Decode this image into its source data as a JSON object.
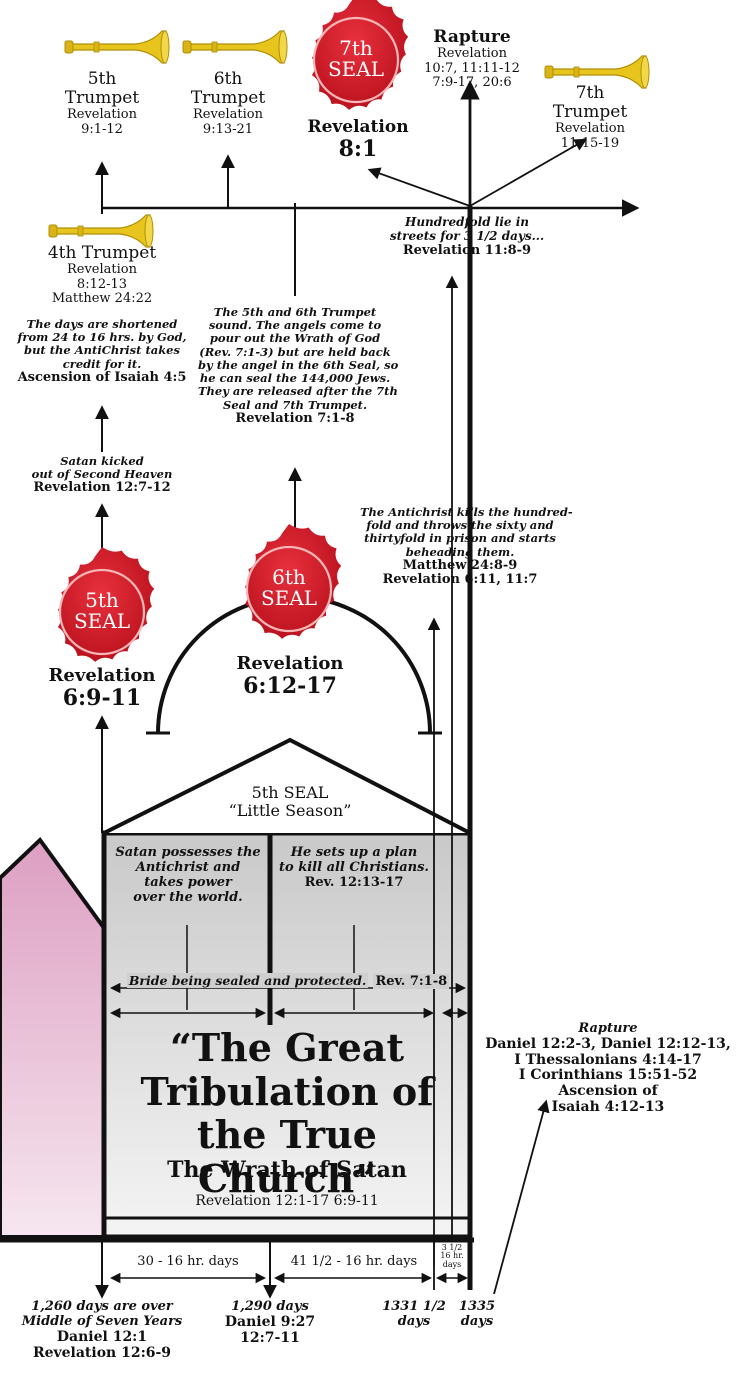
{
  "trumpets": {
    "t5": {
      "name": "5th",
      "label": "Trumpet",
      "ref_title": "Revelation",
      "ref": "9:1-12"
    },
    "t6": {
      "name": "6th",
      "label": "Trumpet",
      "ref_title": "Revelation",
      "ref": "9:13-21"
    },
    "t7": {
      "name": "7th",
      "label": "Trumpet",
      "ref_title": "Revelation",
      "ref": "11:15-19"
    },
    "t4": {
      "name": "4th Trumpet",
      "ref_title": "Revelation",
      "ref": "8:12-13",
      "ref2": "Matthew 24:22"
    }
  },
  "seals": {
    "s7": {
      "line1": "7th",
      "line2": "SEAL",
      "ref_title": "Revelation",
      "ref": "8:1"
    },
    "s6": {
      "line1": "6th",
      "line2": "SEAL",
      "ref_title": "Revelation",
      "ref": "6:12-17"
    },
    "s5": {
      "line1": "5th",
      "line2": "SEAL",
      "ref_title": "Revelation",
      "ref": "6:9-11"
    }
  },
  "rapture_top": {
    "title": "Rapture",
    "ref_title": "Revelation",
    "ref1": "10:7, 11:11-12",
    "ref2": "7:9-17, 20:6"
  },
  "notes": {
    "hundredfold": {
      "l1": "Hundredfold lie in",
      "l2": "streets for 3 1/2 days...",
      "ref": "Revelation 11:8-9"
    },
    "shortened": {
      "l1": "The days are shortened",
      "l2": "from 24 to 16 hrs. by God,",
      "l3": "but the AntiChrist takes",
      "l4": "credit for it.",
      "ref": "Ascension of Isaiah 4:5"
    },
    "wrath": {
      "l1": "The 5th and 6th Trumpet",
      "l2": "sound. The angels come to",
      "l3": "pour out the Wrath of God",
      "l4": "(Rev. 7:1-3) but are held back",
      "l5": "by the angel in the 6th Seal, so",
      "l6": "he can seal the 144,000 Jews.",
      "l7": "They are released after the 7th",
      "l8": "Seal and 7th Trumpet.",
      "ref": "Revelation 7:1-8"
    },
    "satan_kicked": {
      "l1": "Satan kicked",
      "l2": "out of Second Heaven",
      "ref": "Revelation 12:7-12"
    },
    "antichrist_kills": {
      "l1": "The Antichrist kills the hundred-",
      "l2": "fold and throws the sixty and",
      "l3": "thirtyfold in prison and starts",
      "l4": "beheading them.",
      "ref1": "Matthew 24:8-9",
      "ref2": "Revelation 6:11, 11:7"
    }
  },
  "house": {
    "roof_l1": "5th SEAL",
    "roof_l2": "“Little Season”",
    "left_l1": "Satan possesses the",
    "left_l2": "Antichrist and",
    "left_l3": "takes power",
    "left_l4": "over the world.",
    "right_l1": "He sets up a plan",
    "right_l2": "to kill all Christians.",
    "right_ref": "Rev. 12:13-17",
    "bride": "Bride being sealed and protected.",
    "bride_ref": "Rev. 7:1-8",
    "title_l1": "“The Great",
    "title_l2": "Tribulation of",
    "title_l3": "the True Church”",
    "subtitle": "The Wrath of Satan",
    "ref": "Revelation 12:1-17  6:9-11"
  },
  "rapture_bottom": {
    "title": "Rapture",
    "l1": "Daniel 12:2-3, Daniel 12:12-13,",
    "l2": "I Thessalonians 4:14-17",
    "l3": "I Corinthians 15:51-52",
    "l4": "Ascension of",
    "l5": "Isaiah 4:12-13"
  },
  "timeline": {
    "span1": "30 - 16 hr. days",
    "span2": "41 1/2 - 16 hr. days",
    "span3_l1": "3 1/2",
    "span3_l2": "16 hr.",
    "span3_l3": "days",
    "m1260_l1": "1,260 days are over",
    "m1260_l2": "Middle of Seven Years",
    "m1260_ref1": "Daniel 12:1",
    "m1260_ref2": "Revelation 12:6-9",
    "m1290_l1": "1,290 days",
    "m1290_ref1": "Daniel 9:27",
    "m1290_ref2": "12:7-11",
    "m1331_l1": "1331 1/2",
    "m1331_l2": "days",
    "m1335_l1": "1335",
    "m1335_l2": "days"
  },
  "colors": {
    "seal_red": "#d0202e",
    "trumpet_gold": "#e8c51c",
    "house_gray": "#d4d4d4",
    "pink": "#e2a8c8"
  }
}
